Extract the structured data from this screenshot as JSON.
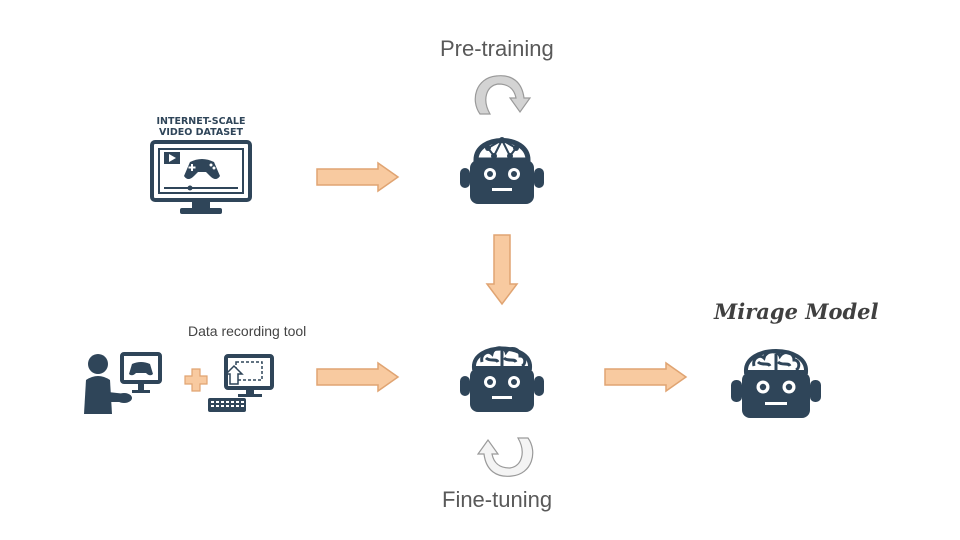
{
  "labels": {
    "pretraining": "Pre-training",
    "finetuning": "Fine-tuning",
    "data_tool": "Data recording tool",
    "model": "Mirage Model"
  },
  "dataset": {
    "line1": "INTERNET-SCALE",
    "line2": "VIDEO DATASET"
  },
  "colors": {
    "icon": "#2f4559",
    "arrow_fill": "#f8caa0",
    "arrow_stroke": "#e0a472",
    "cycle_arrow": "#c8c8c8",
    "text": "#595959"
  }
}
